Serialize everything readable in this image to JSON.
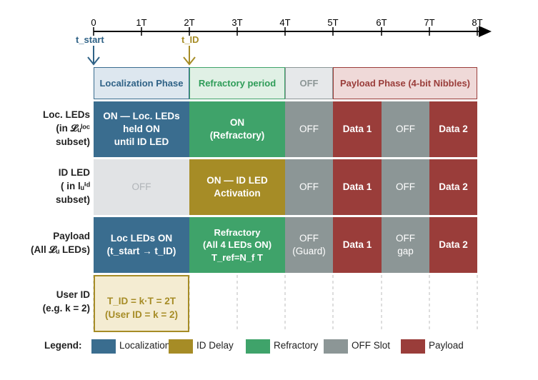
{
  "colors": {
    "localization": "#3a6d8f",
    "id_delay": "#a68c26",
    "refractory": "#3fa36a",
    "off_slot": "#8c9696",
    "payload": "#9a3d3a",
    "off_light": "#e1e3e5",
    "phase_loc_bg": "#dde7ef",
    "phase_ref_bg": "#e0f0e5",
    "phase_off_bg": "#e6e8ea",
    "phase_pay_bg": "#efd9d8",
    "userid_bg": "#f4ecd2"
  },
  "axis": {
    "ticks": [
      "0",
      "1T",
      "2T",
      "3T",
      "4T",
      "5T",
      "6T",
      "7T",
      "8T"
    ],
    "t_start_label": "t_start",
    "t_id_label": "t_ID"
  },
  "phases": [
    {
      "label": "Localization Phase"
    },
    {
      "label": "Refractory period"
    },
    {
      "label": "OFF"
    },
    {
      "label": "Payload Phase (4-bit Nibbles)"
    }
  ],
  "rows": {
    "loc": {
      "label": "Loc. LEDs\n(in 𝓛ᵤˡᵒᶜ\nsubset)",
      "cells": [
        "ON — Loc. LEDs\nheld ON\nuntil ID LED",
        "ON\n(Refractory)",
        "OFF",
        "Data 1",
        "OFF",
        "Data 2"
      ]
    },
    "id": {
      "label": "ID LED\n( in lᵤⁱᵈ\nsubset)",
      "cells": [
        "OFF",
        "ON — ID LED\nActivation",
        "OFF",
        "Data 1",
        "OFF",
        "Data 2"
      ]
    },
    "payload": {
      "label": "Payload\n(All 𝓛ᵤ LEDs)",
      "cells": [
        "Loc LEDs ON\n(t_start → t_ID)",
        "Refractory\n(All 4 LEDs ON)\nT_ref=N_f T",
        "OFF\n(Guard)",
        "Data 1",
        "OFF\ngap",
        "Data 2"
      ]
    },
    "userid": {
      "label": "User ID\n(e.g. k = 2)",
      "box_line1": "T_ID = k·T = 2T",
      "box_line2": "(User ID = k = 2)"
    }
  },
  "legend": {
    "title": "Legend:",
    "items": [
      {
        "label": "Localization",
        "color": "#3a6d8f"
      },
      {
        "label": "ID Delay",
        "color": "#a68c26"
      },
      {
        "label": "Refractory",
        "color": "#3fa36a"
      },
      {
        "label": "OFF Slot",
        "color": "#8c9696"
      },
      {
        "label": "Payload",
        "color": "#9a3d3a"
      }
    ]
  }
}
